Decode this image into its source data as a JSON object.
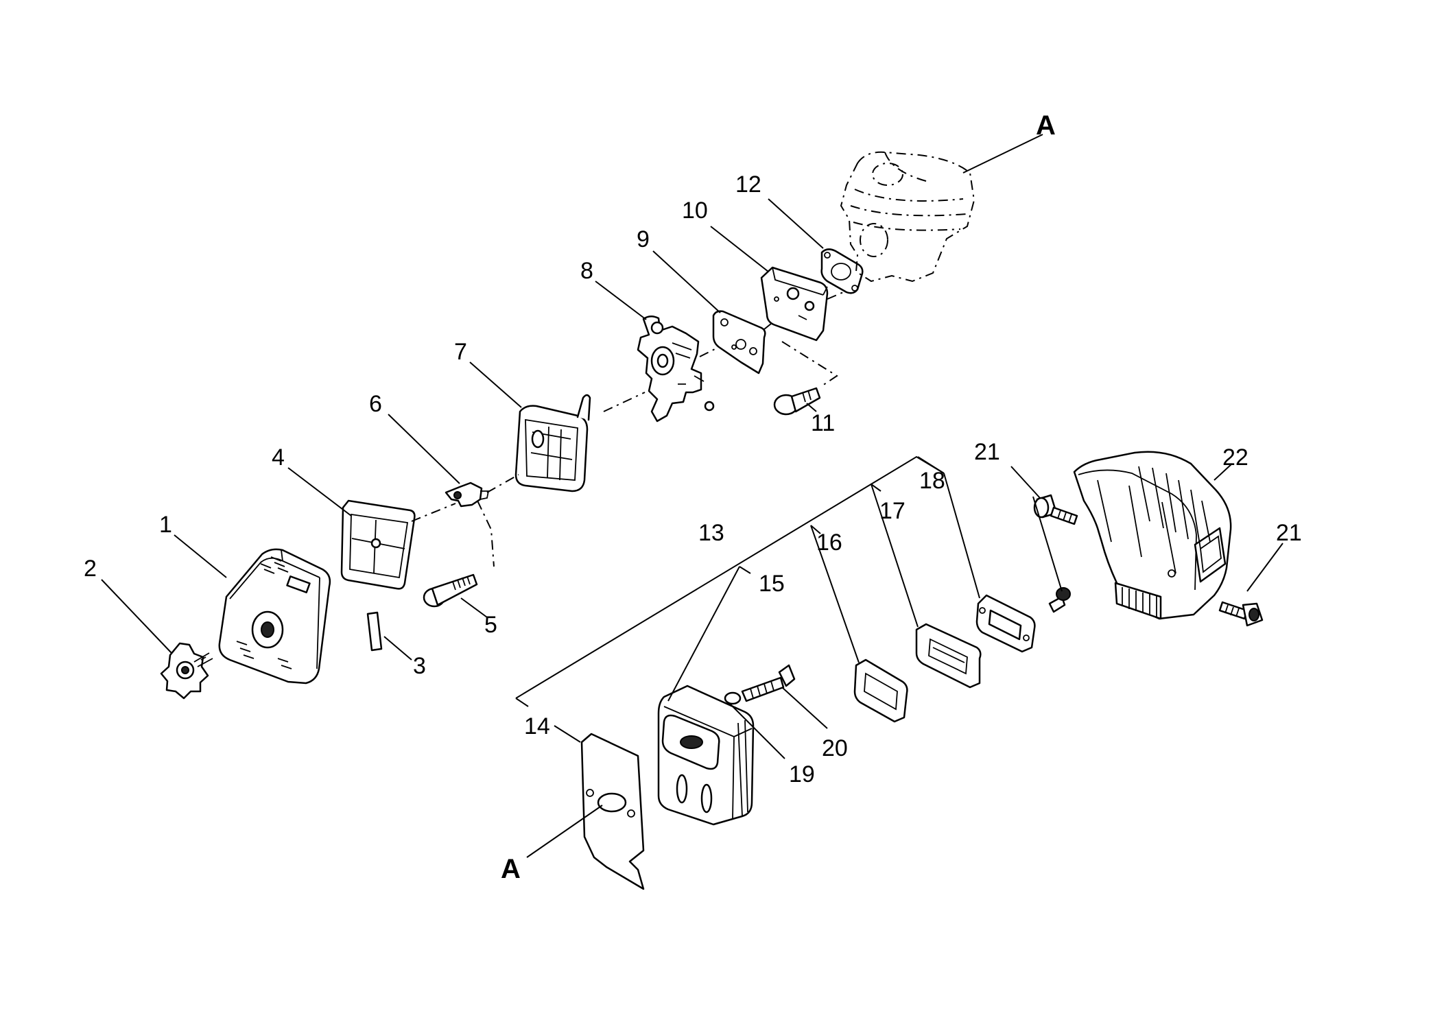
{
  "callouts": {
    "c1": "1",
    "c2": "2",
    "c3": "3",
    "c4": "4",
    "c5": "5",
    "c6": "6",
    "c7": "7",
    "c8": "8",
    "c9": "9",
    "c10": "10",
    "c11": "11",
    "c12": "12",
    "c13": "13",
    "c14": "14",
    "c15": "15",
    "c16": "16",
    "c17": "17",
    "c18": "18",
    "c19": "19",
    "c20": "20",
    "c21a": "21",
    "c21b": "21",
    "c22": "22"
  },
  "reference_markers": {
    "top": "A",
    "bottom": "A"
  }
}
